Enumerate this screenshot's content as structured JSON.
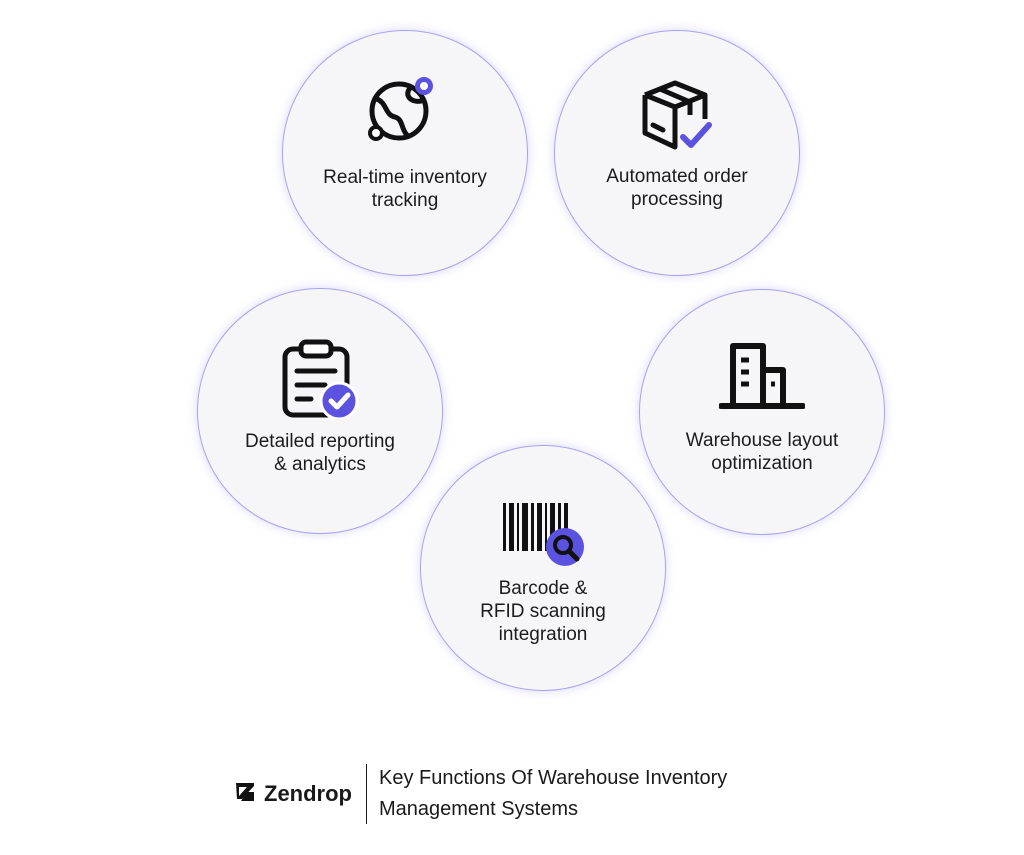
{
  "features": [
    {
      "label": "Real-time inventory\ntracking",
      "icon": "globe-pin-icon"
    },
    {
      "label": "Automated order\nprocessing",
      "icon": "package-check-icon"
    },
    {
      "label": "Detailed reporting\n& analytics",
      "icon": "clipboard-check-icon"
    },
    {
      "label": "Warehouse layout\noptimization",
      "icon": "building-icon"
    },
    {
      "label": "Barcode &\nRFID scanning\nintegration",
      "icon": "barcode-search-icon"
    }
  ],
  "footer": {
    "brand": "Zendrop",
    "caption": "Key Functions Of Warehouse Inventory\nManagement Systems"
  },
  "colors": {
    "accent": "#5b52e0",
    "circle_border": "#a9a3f0",
    "circle_fill": "#f6f6f9",
    "text": "#1a1a1a"
  }
}
